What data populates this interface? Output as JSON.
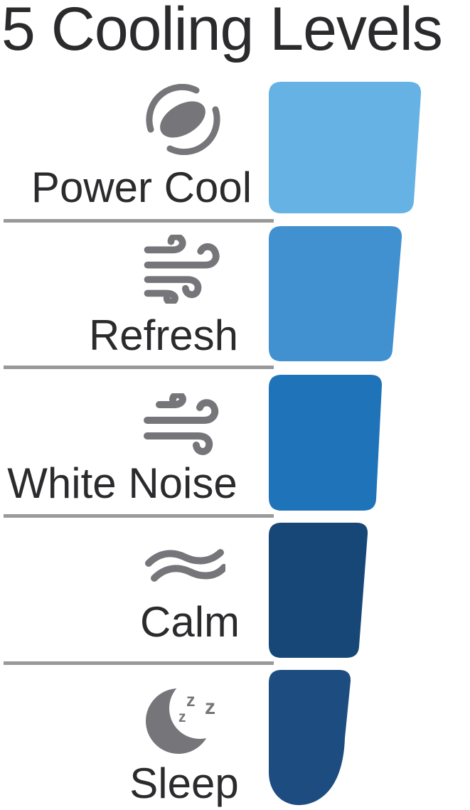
{
  "title": "5 Cooling Levels",
  "levels": [
    {
      "label": "Power Cool",
      "icon": "galaxy-swirl-icon",
      "color": "#66B2E4"
    },
    {
      "label": "Refresh",
      "icon": "strong-wind-icon",
      "color": "#4191D1"
    },
    {
      "label": "White Noise",
      "icon": "wind-icon",
      "color": "#1F73B9"
    },
    {
      "label": "Calm",
      "icon": "calm-breeze-icon",
      "color": "#164777"
    },
    {
      "label": "Sleep",
      "icon": "moon-zzz-icon",
      "color": "#1D4D80"
    }
  ],
  "sleep_icon_zzz": [
    "z",
    "z",
    "z"
  ],
  "palette": {
    "icon_gray": "#76767A",
    "divider_gray": "#999999",
    "text_color": "#2B2B2D",
    "background": "#FFFFFF"
  },
  "chart_data": {
    "type": "funnel",
    "title": "5 Cooling Levels",
    "categories": [
      "Power Cool",
      "Refresh",
      "White Noise",
      "Calm",
      "Sleep"
    ],
    "colors": [
      "#66B2E4",
      "#4191D1",
      "#1F73B9",
      "#164777",
      "#1D4D80"
    ],
    "orientation": "vertical funnel, widest segment at top (strongest cooling) narrowing to bottom (Sleep)",
    "labels_position": "left of each segment with a gray icon above each label",
    "separators": "gray horizontal rules between rows on the label side"
  }
}
